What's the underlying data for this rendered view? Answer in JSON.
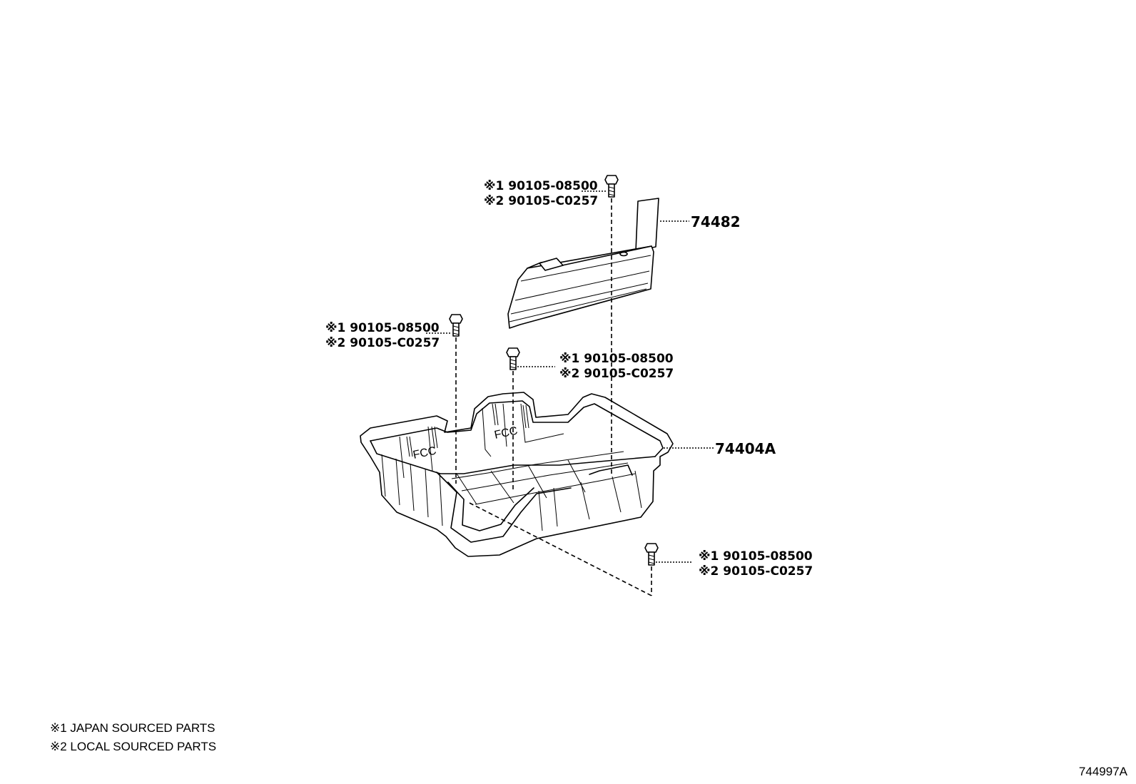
{
  "parts": {
    "guard": {
      "number": "74482"
    },
    "tray": {
      "number": "74404A"
    }
  },
  "bolt_callouts": [
    {
      "line1": "※1 90105-08500",
      "line2": "※2 90105-C0257"
    },
    {
      "line1": "※1 90105-08500",
      "line2": "※2 90105-C0257"
    },
    {
      "line1": "※1 90105-08500",
      "line2": "※2 90105-C0257"
    },
    {
      "line1": "※1 90105-08500",
      "line2": "※2 90105-C0257"
    }
  ],
  "legend": {
    "line1": "※1 JAPAN SOURCED PARTS",
    "line2": "※2 LOCAL SOURCED PARTS"
  },
  "illustration_id": "744997A"
}
